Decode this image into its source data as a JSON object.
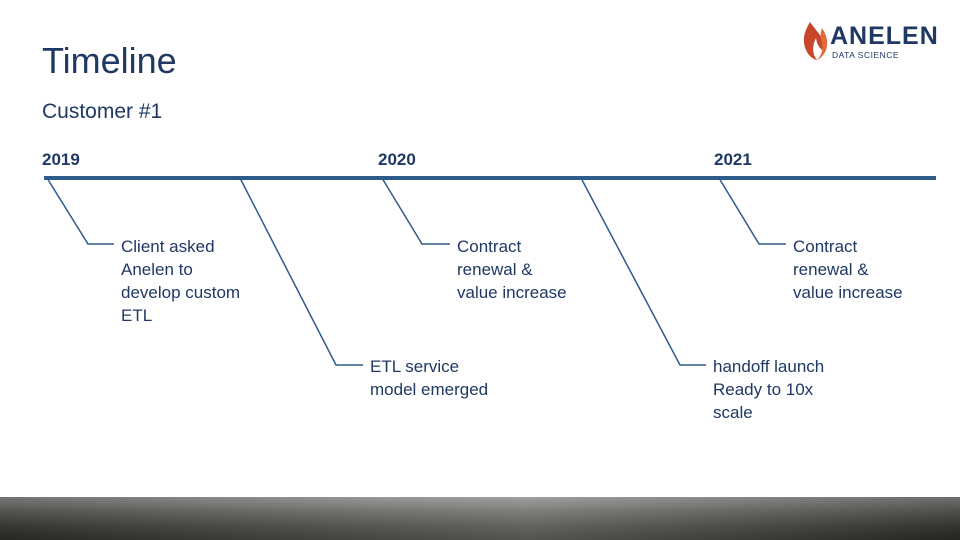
{
  "header": {
    "title": "Timeline",
    "subtitle": "Customer #1"
  },
  "logo": {
    "name": "ANELEN",
    "tagline": "DATA SCIENCE",
    "icon": "flame-icon",
    "flame_color": "#c8462a"
  },
  "timeline": {
    "years": [
      "2019",
      "2020",
      "2021"
    ],
    "events": [
      {
        "label": "Client asked\nAnelen to\ndevelop custom\nETL"
      },
      {
        "label": "ETL service\nmodel emerged"
      },
      {
        "label": "Contract\nrenewal &\nvalue increase"
      },
      {
        "label": "handoff launch\nReady to 10x\nscale"
      },
      {
        "label": "Contract\nrenewal &\nvalue increase"
      }
    ]
  },
  "colors": {
    "text": "#1f3864",
    "line": "#2e5b8a"
  }
}
